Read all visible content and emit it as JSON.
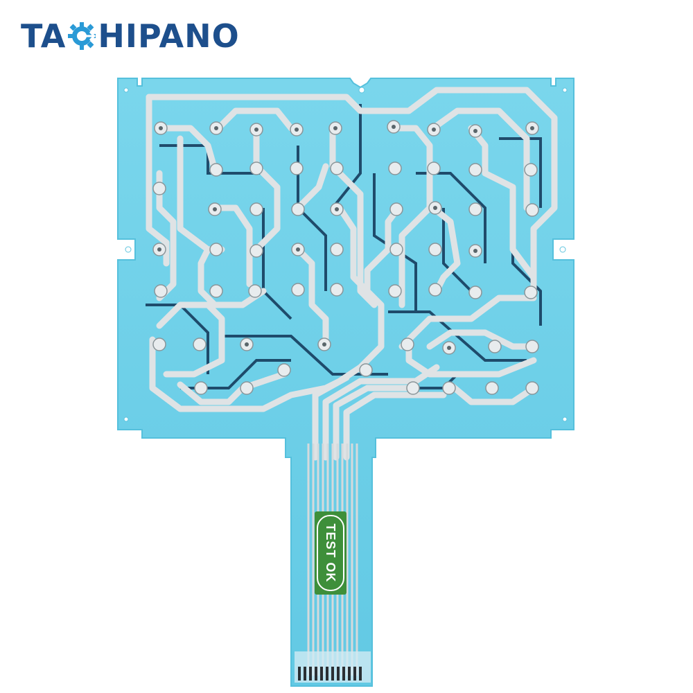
{
  "brand": {
    "prefix": "TA",
    "suffix": "HIPANO",
    "color": "#1d4f8c",
    "accent": "#2a9ad6"
  },
  "product": {
    "name": "membrane-keypad-flex-circuit",
    "label": "TEST OK",
    "film_color": "#6fd0e8",
    "film_edge": "#4cbfdc",
    "trace_silver": "#d9dee0",
    "trace_dark": "#123a5a",
    "label_color": "#3e8f3a"
  }
}
